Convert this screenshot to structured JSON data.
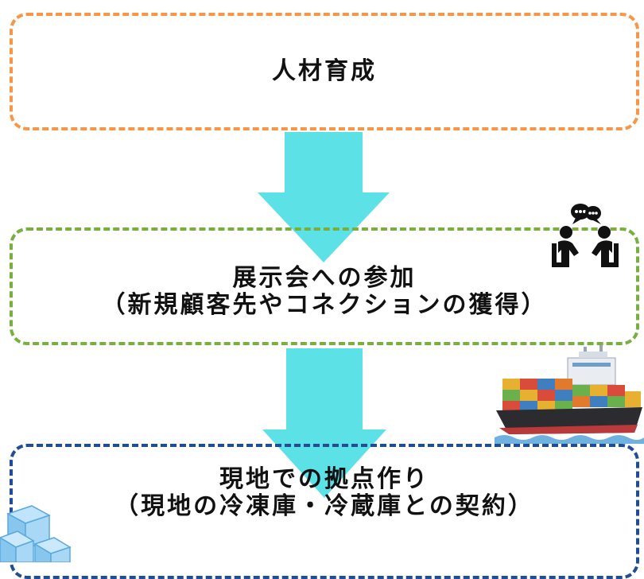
{
  "steps": [
    {
      "line1": "人材育成",
      "line2": ""
    },
    {
      "line1": "展示会への参加",
      "line2": "（新規顧客先やコネクションの獲得）"
    },
    {
      "line1": "現地での拠点作り",
      "line2": "（現地の冷凍庫・冷蔵庫との契約）"
    }
  ],
  "colors": {
    "step1_border": "#f79646",
    "step2_border": "#77b03e",
    "step3_border": "#1f4e96",
    "arrow": "#5ce1e6"
  },
  "icons": [
    "meeting-people-icon",
    "cargo-ship-icon",
    "ice-cubes-icon"
  ]
}
